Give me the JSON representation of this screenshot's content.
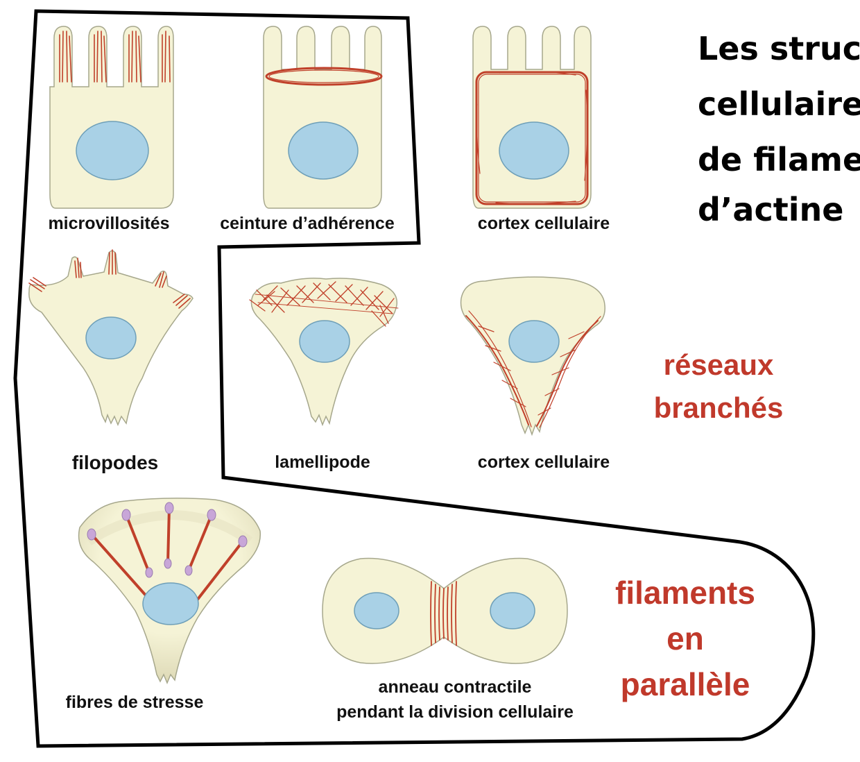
{
  "title_lines": [
    "Les struc",
    "cellulaire",
    "de filame",
    "d’actine"
  ],
  "labels": {
    "microvilli": "microvillosités",
    "adherens_belt": "ceinture d’adhérence",
    "cortex_top": "cortex cellulaire",
    "filopodia": "filopodes",
    "lamellipodium": "lamellipode",
    "cortex_mid": "cortex cellulaire",
    "stress_fibers": "fibres de stresse",
    "contractile_ring_line1": "anneau contractile",
    "contractile_ring_line2": "pendant la division cellulaire"
  },
  "categories": {
    "branched_line1": "réseaux",
    "branched_line2": "branchés",
    "parallel_line1": "filaments",
    "parallel_line2": "en",
    "parallel_line3": "parallèle"
  },
  "colors": {
    "actin": "#c0402a",
    "cytoplasm": "#f5f3d6",
    "nucleus": "#a9d1e6",
    "category_text": "#c0392b",
    "border": "#000000"
  }
}
